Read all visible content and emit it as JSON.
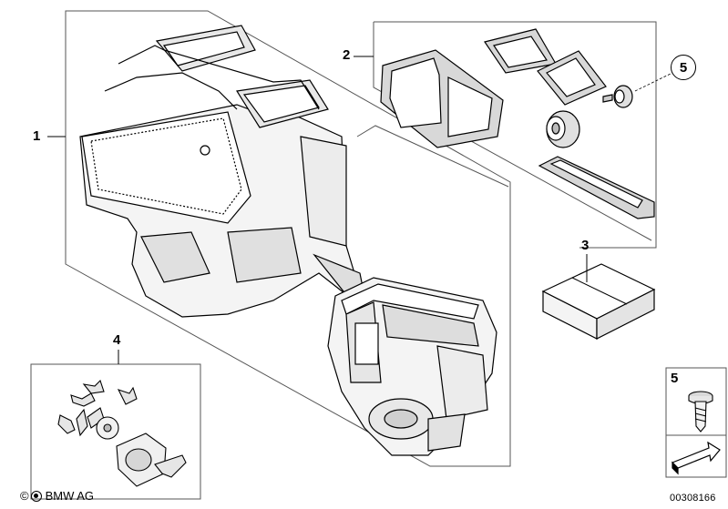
{
  "diagram": {
    "title": "Heater and air conditioning housing assembly - parts diagram",
    "callouts": [
      {
        "id": "1",
        "label": "1",
        "part": "heater-ac-housing-assembly"
      },
      {
        "id": "2",
        "label": "2",
        "part": "gasket-seal-set"
      },
      {
        "id": "3",
        "label": "3",
        "part": "repair-kit-box"
      },
      {
        "id": "4",
        "label": "4",
        "part": "flap-actuator-linkage-kit"
      },
      {
        "id": "5a",
        "label": "5",
        "part": "grommet-plug",
        "circled": true
      },
      {
        "id": "5b",
        "label": "5",
        "part": "screw"
      }
    ],
    "footer": {
      "copyright_symbol": "©",
      "copyright": "BMW AG",
      "image_number": "00308166"
    },
    "colors": {
      "line": "#000000",
      "frame": "#555555",
      "background": "#ffffff",
      "part_fill": "#f2f2f2",
      "part_shade": "#bdbdbd"
    }
  }
}
